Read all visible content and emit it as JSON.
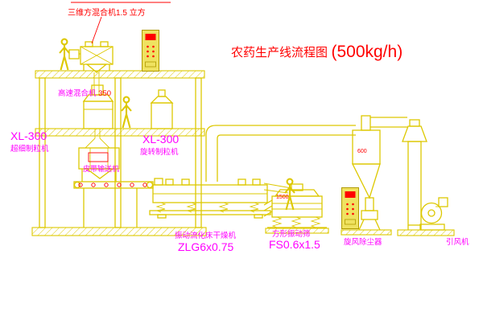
{
  "title": {
    "cn": "农药生产线流程图",
    "capacity": "(500kg/h)"
  },
  "colors": {
    "background": "#ffffff",
    "line": "#ddc800",
    "line_dark": "#b09a00",
    "magenta": "#ff00ff",
    "accent": "#ff0000",
    "cabinet": "#efe260"
  },
  "labels": {
    "mixer3d": "三维方混合机1.5 立方",
    "high_speed_mixer": "高速混合机",
    "high_speed_mixer_spec": "350",
    "granulator_left_model": "XL-300",
    "granulator_left_name": "超细制粒机",
    "granulator_mid_model": "XL-300",
    "granulator_mid_name": "旋转制粒机",
    "belt_conveyor": "皮带输送机",
    "dryer_name": "振动流化床干燥机",
    "dryer_model": "ZLG6x0.75",
    "screen_name": "方形振动筛",
    "screen_model": "FS0.6x1.5",
    "cyclone": "旋风除尘器",
    "fan": "引风机",
    "dim_1500": "1500",
    "dim_600": "600"
  }
}
